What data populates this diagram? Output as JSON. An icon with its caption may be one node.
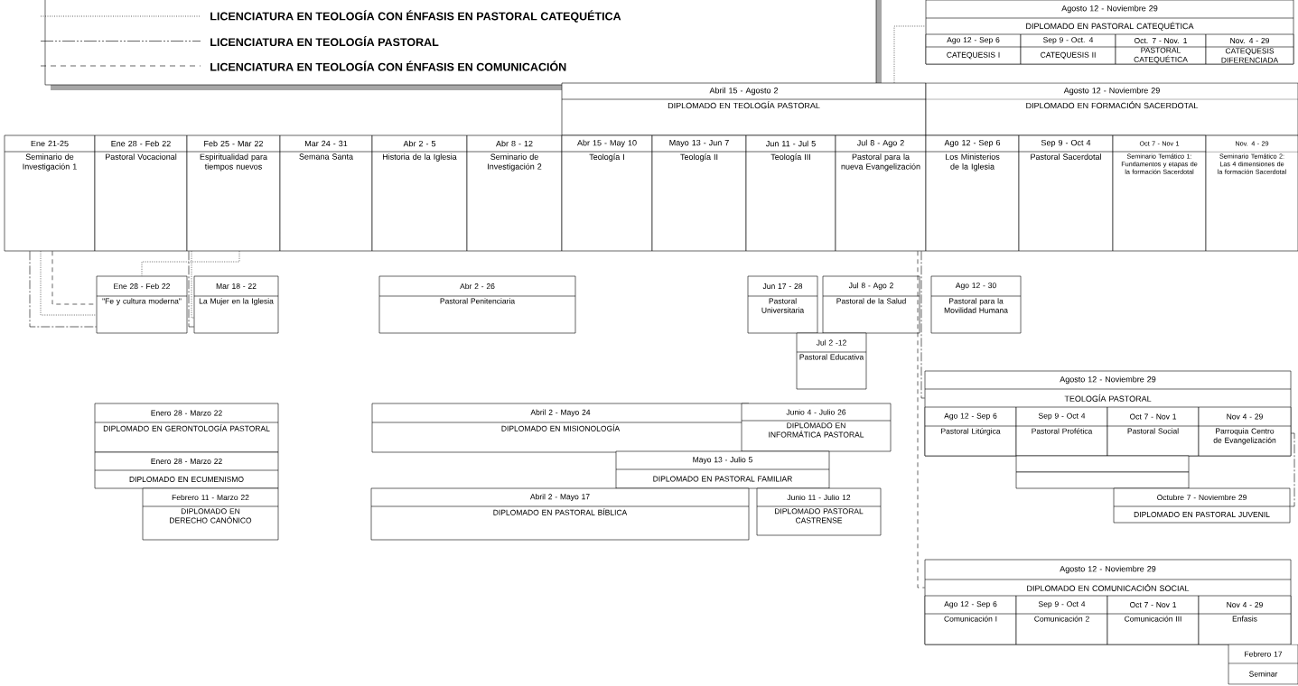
{
  "diagram": {
    "nodes": [
      {
        "text": [
          "Agosto 12 - Noviembre 29",
          "DIPLOMADO EN PASTORAL CATEQUÉTICA"
        ]
      },
      {
        "text": [
          "Ago 12 - Sep 6",
          "CATEQUESIS I"
        ],
        "in": 0
      },
      {
        "text": [
          "Sep 9 - Oct. 4",
          "CATEQUESIS II"
        ],
        "in": 0
      },
      {
        "text": [
          "Oct. 7 - Nov. 1",
          "PASTORAL CATEQUÉTICA"
        ],
        "in": 0
      },
      {
        "text": [
          "Nov. 4 - 29",
          "CATEQUESIS DIFERENCIADA"
        ],
        "in": 0
      },
      {
        "text": [
          "Abril 15 - Agosto 2",
          "DIPLOMADO EN TEOLOGÍA PASTORAL"
        ]
      },
      {
        "text": [
          "Agosto 12 - Noviembre 29",
          "DIPLOMADO EN FORMACIÓN SACERDOTAL"
        ]
      },
      {
        "text": [
          "Ene 21-25",
          "Seminario de Investigación 1"
        ]
      },
      {
        "text": [
          "Ene 28 - Feb 22",
          "Pastoral Vocacional"
        ]
      },
      {
        "text": [
          "Feb 25 - Mar 22",
          "Espiritualidad para tiempos nuevos"
        ]
      },
      {
        "text": [
          "Mar 24 - 31",
          "Semana Santa"
        ]
      },
      {
        "text": [
          "Abr 2 - 5",
          "Historia de la Iglesia"
        ]
      },
      {
        "text": [
          "Abr 8 - 12",
          "Seminario de Investigación 2"
        ]
      },
      {
        "text": [
          "Abr 15 - May 10",
          "Teología I"
        ]
      },
      {
        "text": [
          "Mayo 13 - Jun 7",
          "Teología II"
        ]
      },
      {
        "text": [
          "Jun 11 - Jul 5",
          "Teología III"
        ]
      },
      {
        "text": [
          "Jul 8 - Ago 2",
          "Pastoral para la nueva Evangelización"
        ]
      },
      {
        "text": [
          "Ago 12 - Sep 6",
          "Los Ministerios de la Iglesia"
        ]
      },
      {
        "text": [
          "Sep 9 - Oct 4",
          "Pastoral Sacerdotal"
        ]
      },
      {
        "text": [
          "Oct 7 - Nov 1",
          "Seminario Temático 1: Fundamentos y etapas de la formación Sacerdotal"
        ]
      },
      {
        "text": [
          "Nov. 4 - 29",
          "Seminario Temático 2: Las 4 dimensiones de la formación Sacerdotal"
        ]
      },
      {
        "text": [
          "Ene 28 - Feb 22",
          "\"Fe y cultura moderna\""
        ]
      },
      {
        "text": [
          "Mar 18 - 22",
          "La Mujer en la Iglesia"
        ]
      },
      {
        "text": [
          "Abr 2 - 26",
          "Pastoral Penitenciaria"
        ]
      },
      {
        "text": [
          "Jun 17 - 28",
          "Pastoral Universitaria"
        ]
      },
      {
        "text": [
          "Jul 8 - Ago 2",
          "Pastoral de la Salud"
        ]
      },
      {
        "text": [
          "Ago 12 - 30",
          "Pastoral para la Movilidad Humana"
        ]
      },
      {
        "text": [
          "Jul 2 -12",
          "Pastoral Educativa"
        ]
      },
      {
        "text": [
          "Enero 28 - Marzo 22",
          "DIPLOMADO EN GERONTOLOGÍA PASTORAL"
        ]
      },
      {
        "text": [
          "Enero 28 - Marzo 22",
          "DIPLOMADO EN ECUMENISMO"
        ]
      },
      {
        "text": [
          "Febrero 11 - Marzo 22",
          "DIPLOMADO EN DERECHO CANÓNICO"
        ]
      },
      {
        "text": [
          "Abril 2 - Mayo 24",
          "DIPLOMADO EN MISIONOLOGÍA"
        ]
      },
      {
        "text": [
          "Junio 4 - Julio 26",
          "DIPLOMADO EN INFORMÁTICA PASTORAL"
        ]
      },
      {
        "text": [
          "Mayo 13 - Julio 5",
          "DIPLOMADO EN PASTORAL FAMILIAR"
        ]
      },
      {
        "text": [
          "Abril 2 - Mayo 17",
          "DIPLOMADO EN PASTORAL BÍBLICA"
        ]
      },
      {
        "text": [
          "Junio 11 - Julio 12",
          "DIPLOMADO PASTORAL CASTRENSE"
        ]
      },
      {
        "text": [
          "Agosto 12 - Noviembre 29",
          "TEOLOGÍA PASTORAL"
        ]
      },
      {
        "text": [
          "Ago 12 - Sep 6",
          "Pastoral Litúrgica"
        ],
        "in": 36
      },
      {
        "text": [
          "Sep 9 - Oct 4",
          "Pastoral Profética"
        ],
        "in": 36
      },
      {
        "text": [
          "Oct 7 - Nov 1",
          "Pastoral Social"
        ],
        "in": 36
      },
      {
        "text": [
          "Nov 4 - 29",
          "Parroquia Centro de Evangelización"
        ],
        "in": 36
      },
      {
        "text": [],
        "shape": "box"
      },
      {
        "text": [],
        "shape": "box"
      },
      {
        "text": [
          "Octubre 7 - Noviembre 29",
          "DIPLOMADO EN PASTORAL JUVENIL"
        ]
      },
      {
        "text": [
          "Agosto 12 - Noviembre 29",
          "DIPLOMADO EN COMUNICACIÓN SOCIAL"
        ]
      },
      {
        "text": [
          "Ago 12 - Sep 6",
          "Comunicación I"
        ],
        "in": 44
      },
      {
        "text": [
          "Sep 9 - Oct 4",
          "Comunicación 2"
        ],
        "in": 44
      },
      {
        "text": [
          "Oct 7 - Nov 1",
          "Comunicación III"
        ],
        "in": 44
      },
      {
        "text": [
          "Nov 4 - 29",
          "Enfasis"
        ],
        "in": 44
      },
      {
        "text": [
          "Febrero 17",
          "Seminar"
        ]
      }
    ],
    "edges": [
      {
        "from": 7,
        "to": 21,
        "arrow": "none",
        "style": "dashed"
      },
      {
        "from": 7,
        "to": 21,
        "arrow": "none",
        "style": "dashed"
      },
      {
        "from": 7,
        "to": 21,
        "arrow": "none",
        "style": "dashed"
      },
      {
        "from": 9,
        "to": 21,
        "arrow": "none",
        "style": "dashed"
      },
      {
        "from": 9,
        "to": 22,
        "arrow": "none",
        "style": "dashed"
      },
      {
        "from": 9,
        "to": 22,
        "arrow": "none",
        "style": "dashed"
      },
      {
        "from": 16,
        "to": 36,
        "arrow": "none",
        "style": "dashed"
      },
      {
        "from": 16,
        "to": 44,
        "arrow": "none",
        "style": "dashed"
      },
      {
        "from": 5,
        "to": 0,
        "arrow": "none",
        "style": "dashed"
      },
      {
        "from": 36,
        "to": 43,
        "arrow": "none",
        "style": "dashed"
      }
    ],
    "legend": [
      {
        "text": "LICENCIATURA EN TEOLOGÍA CON ÉNFASIS EN PASTORAL CATEQUÉTICA"
      },
      {
        "text": "LICENCIATURA EN TEOLOGÍA PASTORAL"
      },
      {
        "text": "LICENCIATURA EN TEOLOGÍA CON ÉNFASIS EN COMUNICACIÓN"
      }
    ]
  }
}
